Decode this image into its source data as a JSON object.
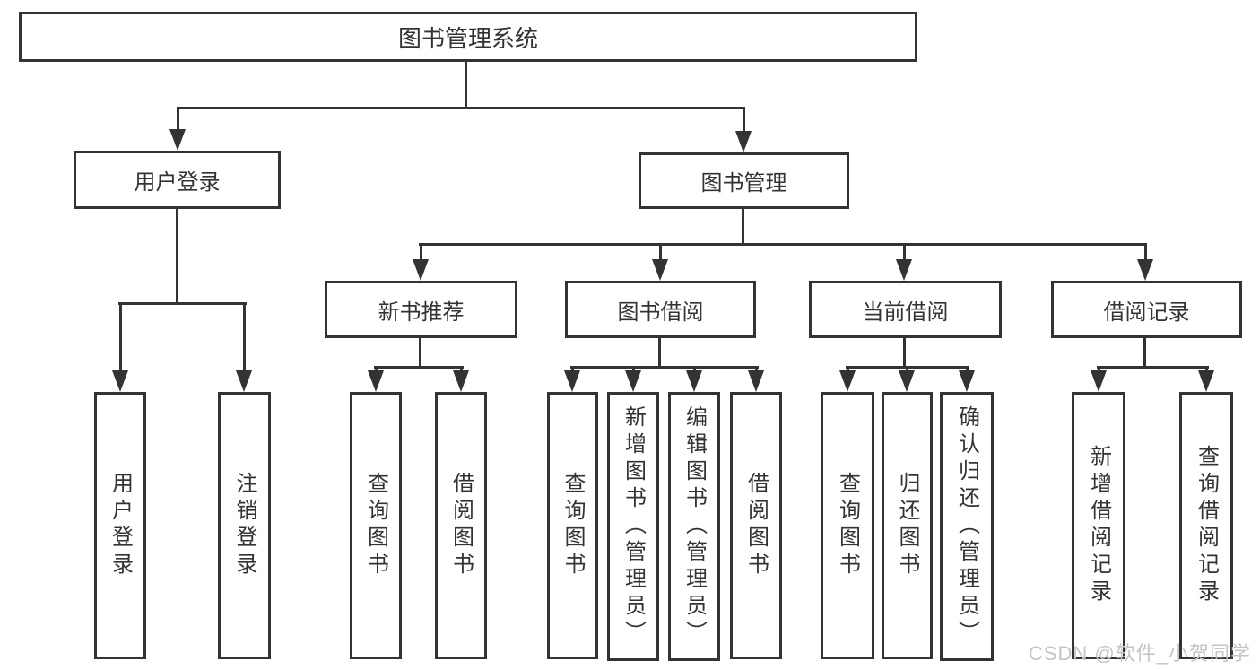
{
  "diagram": {
    "title": "图书管理系统",
    "level2": [
      {
        "label": "用户登录"
      },
      {
        "label": "图书管理"
      }
    ],
    "level3": [
      {
        "label": "新书推荐",
        "parent": "图书管理"
      },
      {
        "label": "图书借阅",
        "parent": "图书管理"
      },
      {
        "label": "当前借阅",
        "parent": "图书管理"
      },
      {
        "label": "借阅记录",
        "parent": "图书管理"
      }
    ],
    "leaves": [
      {
        "label": "用户登录",
        "parent": "用户登录"
      },
      {
        "label": "注销登录",
        "parent": "用户登录"
      },
      {
        "label": "查询图书",
        "parent": "新书推荐"
      },
      {
        "label": "借阅图书",
        "parent": "新书推荐"
      },
      {
        "label": "查询图书",
        "parent": "图书借阅"
      },
      {
        "label": "新增图书（管理员）",
        "parent": "图书借阅"
      },
      {
        "label": "编辑图书（管理员）",
        "parent": "图书借阅"
      },
      {
        "label": "借阅图书",
        "parent": "图书借阅"
      },
      {
        "label": "查询图书",
        "parent": "当前借阅"
      },
      {
        "label": "归还图书",
        "parent": "当前借阅"
      },
      {
        "label": "确认归还（管理员）",
        "parent": "当前借阅"
      },
      {
        "label": "新增借阅记录",
        "parent": "借阅记录"
      },
      {
        "label": "查询借阅记录",
        "parent": "借阅记录"
      }
    ],
    "watermark": "CSDN @软件_小贺同学",
    "colors": {
      "line": "#333333",
      "box_background": "#ffffff",
      "text": "#333333",
      "watermark": "#c5c5c5"
    }
  }
}
